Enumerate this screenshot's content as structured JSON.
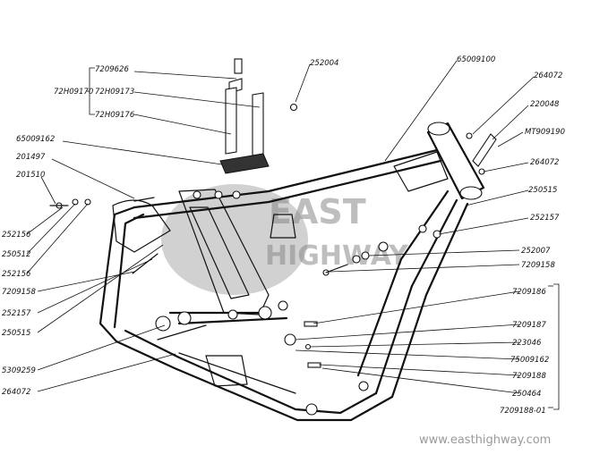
{
  "diagram": {
    "labels": {
      "p7209626": "7209626",
      "p72h09170": "72H09170",
      "p72h09173": "72H09173",
      "p72h09176": "72H09176",
      "p252004": "252004",
      "p65009100": "65009100",
      "p264072_top": "264072",
      "p220048": "220048",
      "pMT909190": "MT909190",
      "p264072_mid": "264072",
      "p250515_right": "250515",
      "p252157_right": "252157",
      "p252007": "252007",
      "p7209158_right": "7209158",
      "p7209186": "7209186",
      "p7209187": "7209187",
      "p223046": "223046",
      "p75009162": "75009162",
      "p7209188": "7209188",
      "p250464": "250464",
      "p7209188_01": "7209188-01",
      "p65009162": "65009162",
      "p201497": "201497",
      "p201510": "201510",
      "p252156_a": "252156",
      "p250512": "250512",
      "p252156_b": "252156",
      "p7209158_left": "7209158",
      "p252157_left": "252157",
      "p250515_left": "250515",
      "p5309259": "5309259",
      "p264072_bottom": "264072"
    },
    "watermark": {
      "line1": "EAST",
      "line2": "HIGHWAY"
    },
    "website": "www.easthighway.com"
  }
}
